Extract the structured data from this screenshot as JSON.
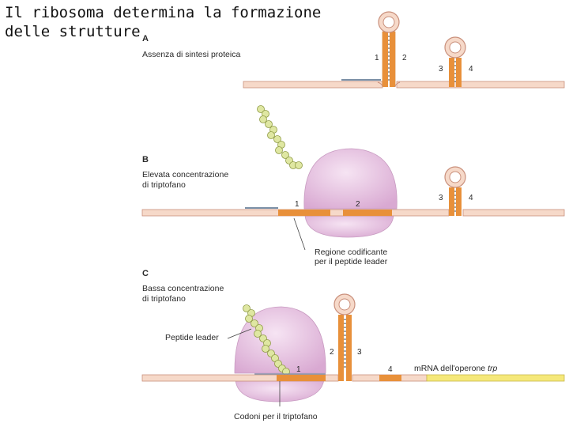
{
  "title": "Il ribosoma determina la formazione delle strutture",
  "panels": {
    "a": {
      "letter": "A",
      "caption": "Assenza di sintesi proteica"
    },
    "b": {
      "letter": "B",
      "caption_line1": "Elevata concentrazione",
      "caption_line2": "di triptofano",
      "coding_line1": "Regione codificante",
      "coding_line2": "per il peptide leader"
    },
    "c": {
      "letter": "C",
      "caption_line1": "Bassa concentrazione",
      "caption_line2": "di triptofano",
      "peptide_label": "Peptide leader",
      "codons_label": "Codoni per il triptofano",
      "mrna_prefix": "mRNA dell'operone ",
      "mrna_italic": "trp"
    }
  },
  "region_numbers": {
    "r1": "1",
    "r2": "2",
    "r3": "3",
    "r4": "4"
  },
  "colors": {
    "mrna": "#f6d9c9",
    "region": "#e8903a",
    "stem": "#c96a10",
    "ribosome": "#e4bfdf",
    "peptide": "#dfe7a2",
    "operon": "#f5e87a"
  }
}
